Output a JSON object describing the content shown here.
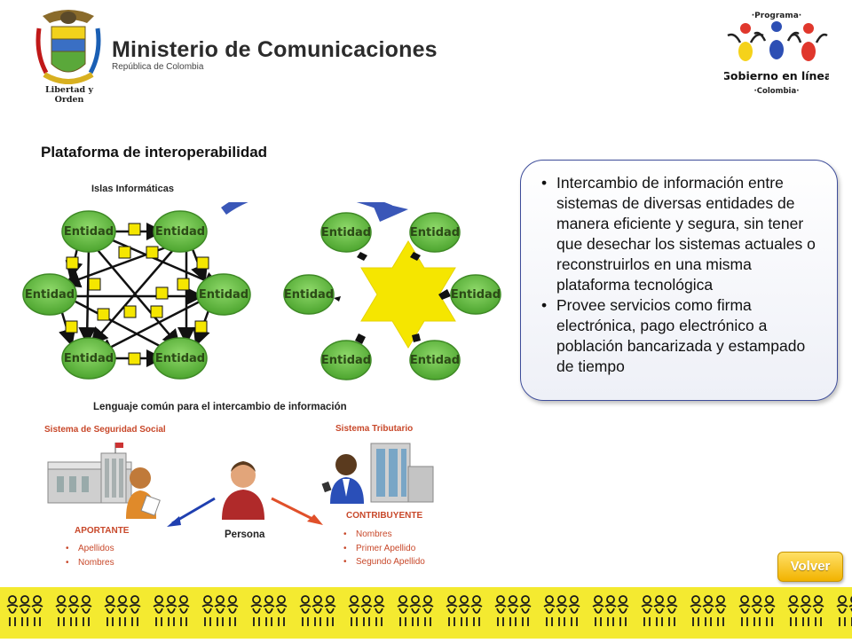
{
  "header": {
    "ministry_title": "Ministerio de Comunicaciones",
    "ministry_subtitle": "República de Colombia",
    "crest_motto": "Libertad y Orden",
    "program_logo": {
      "top_text": "·Programa·",
      "main_text_1": "Gobierno en línea",
      "bottom_text": "·Colombia·"
    }
  },
  "page_title": "Plataforma de interoperabilidad",
  "diagram": {
    "islands_label": "Islas Informáticas",
    "entity_label": "Entidad",
    "common_language_label": "Lenguaje común para el intercambio de información"
  },
  "info_box": {
    "points": [
      "Intercambio de información entre sistemas de diversas entidades de manera eficiente y segura, sin tener que desechar los sistemas actuales o reconstruirlos en una misma plataforma tecnológica",
      "Provee servicios como firma electrónica, pago electrónico a población bancarizada y estampado de tiempo"
    ]
  },
  "social_security": {
    "system_label": "Sistema de Seguridad Social",
    "role_label": "APORTANTE",
    "fields": [
      "Apellidos",
      "Nombres"
    ]
  },
  "tax_system": {
    "system_label": "Sistema Tributario",
    "role_label": "CONTRIBUYENTE",
    "fields": [
      "Nombres",
      "Primer Apellido",
      "Segundo Apellido"
    ]
  },
  "person_label": "Persona",
  "volver_label": "Volver",
  "colors": {
    "entity_green": "#6cc24a",
    "star_yellow": "#f5e600",
    "box_border": "#3e4d9a",
    "accent_orange": "#c8482a",
    "footer_yellow": "#f4ea30"
  }
}
